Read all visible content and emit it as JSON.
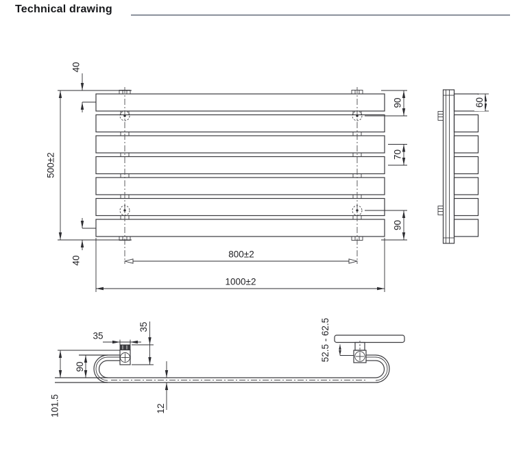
{
  "title": "Technical drawing",
  "colors": {
    "line_color": "#3a3a3e",
    "text_color": "#222226",
    "rule_color": "#8b919c",
    "background": "#ffffff"
  },
  "views": {
    "front": {
      "height_label": "500±2",
      "top_offset_label": "40",
      "bottom_offset_label": "40",
      "top_connection_label": "90",
      "middle_spacing_label": "70",
      "bottom_connection_label": "90",
      "bracket_spacing_label": "800±2",
      "width_label": "1000±2"
    },
    "side": {
      "panel_height_label": "60"
    },
    "plan": {
      "bracket_width_label": "35",
      "bracket_depth_label": "35",
      "bend_depth_label": "90",
      "total_depth_label": "101.5",
      "panel_thickness_label": "12",
      "wall_distance_label": "52.5 - 62.5"
    }
  }
}
